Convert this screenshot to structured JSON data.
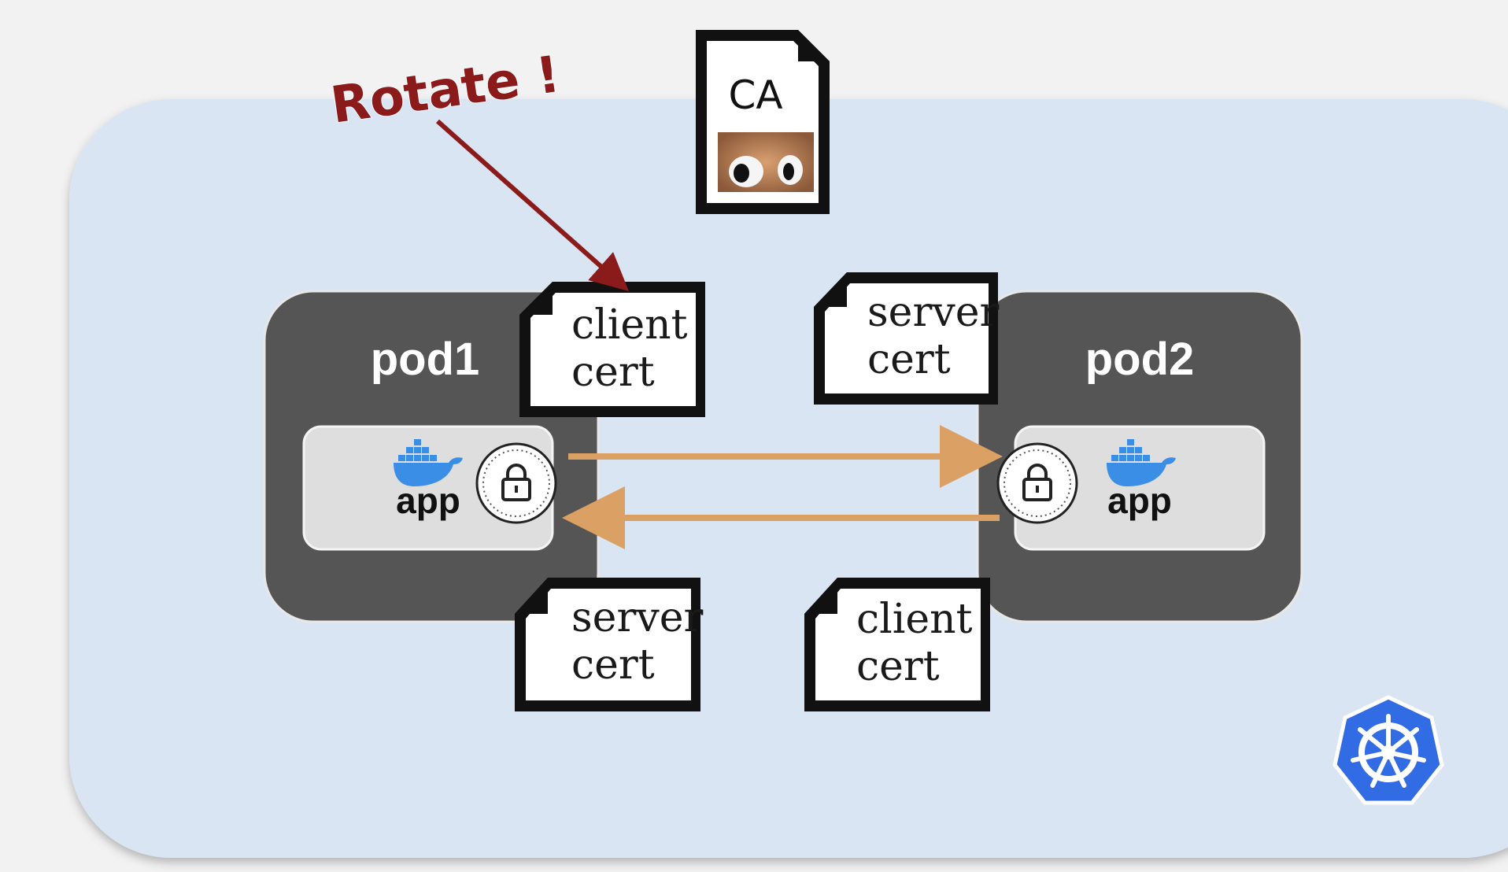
{
  "ca": {
    "label": "CA"
  },
  "annotation": {
    "label": "Rotate !",
    "color": "#8b1a1a"
  },
  "pods": [
    {
      "label": "pod1",
      "app_label": "app"
    },
    {
      "label": "pod2",
      "app_label": "app"
    }
  ],
  "certs": {
    "pod1_client": {
      "line1": "client",
      "line2": "cert"
    },
    "pod1_server": {
      "line1": "server",
      "line2": "cert"
    },
    "pod2_server": {
      "line1": "server",
      "line2": "cert"
    },
    "pod2_client": {
      "line1": "client",
      "line2": "cert"
    }
  },
  "colors": {
    "cluster_bg": "#d9e5f3",
    "pod_bg": "#555555",
    "app_bg": "#dedede",
    "arrow": "#dba064",
    "docker": "#3a8ee6",
    "kubernetes": "#326ce5"
  },
  "icons": [
    "docker-whale-icon",
    "lock-icon",
    "kubernetes-icon",
    "ca-image-icon"
  ]
}
